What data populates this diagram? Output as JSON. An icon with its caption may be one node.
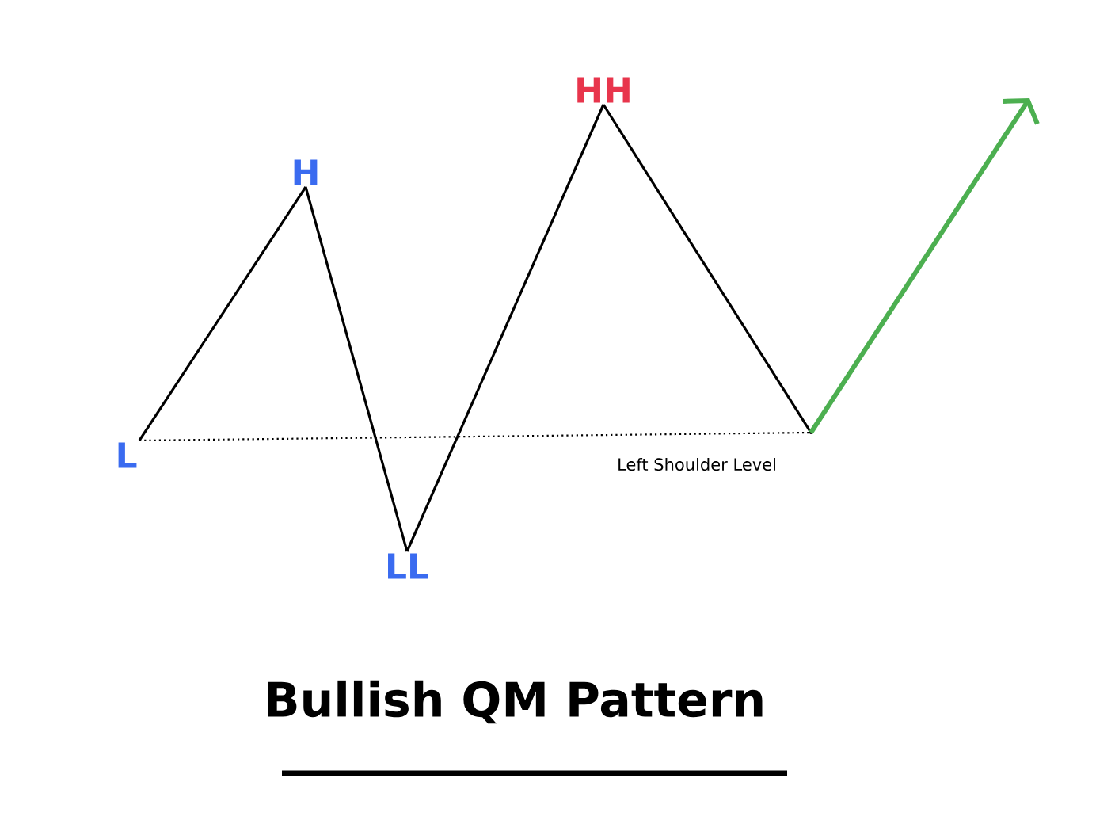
{
  "diagram": {
    "title": "Bullish QM Pattern",
    "nodes": [
      {
        "text": [
          "L"
        ]
      },
      {
        "text": [
          "H"
        ]
      },
      {
        "text": [
          "LL"
        ]
      },
      {
        "text": [
          "HH"
        ]
      },
      {
        "text": [],
        "shape": "point"
      }
    ],
    "edges": [
      {
        "from": 0,
        "to": 1,
        "arrow": "none"
      },
      {
        "from": 1,
        "to": 2,
        "arrow": "none"
      },
      {
        "from": 2,
        "to": 3,
        "arrow": "none"
      },
      {
        "from": 3,
        "to": 4,
        "arrow": "none"
      },
      {
        "from": 0,
        "to": 4,
        "arrow": "none",
        "style": "dashed",
        "label": "Left Shoulder Level"
      },
      {
        "from": 4,
        "to": null,
        "arrow": "to",
        "color": "#4caf50"
      }
    ]
  }
}
